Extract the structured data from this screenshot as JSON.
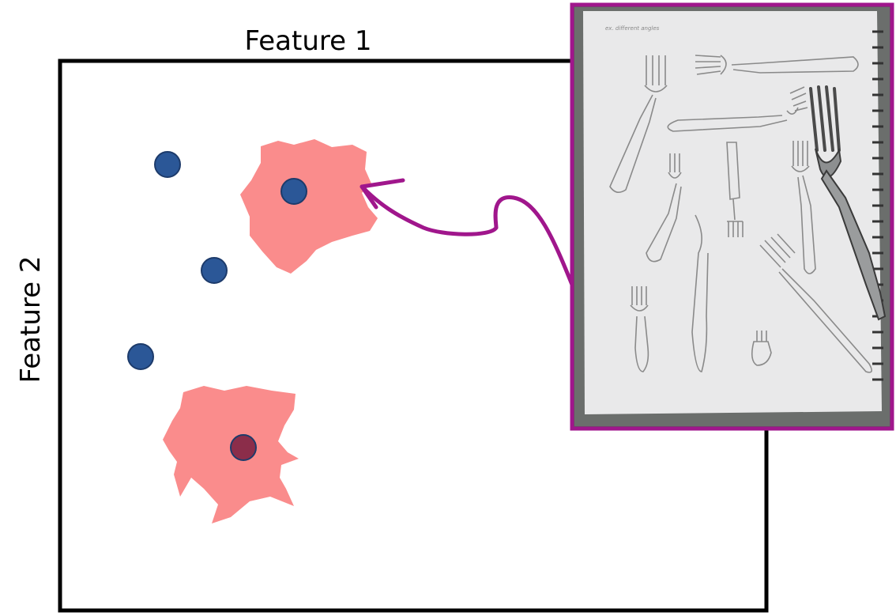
{
  "diagram": {
    "x_axis_label": "Feature 1",
    "y_axis_label": "Feature 2",
    "colors": {
      "frame": "#000000",
      "point": "#2b5797",
      "point_stroke": "#1d3b6b",
      "highlighted_point": "#8b2d4a",
      "region": "#fa8c8c",
      "arrow": "#a0168c",
      "inset_border": "#a0168c"
    },
    "points": [
      {
        "id": "p1",
        "highlighted": false
      },
      {
        "id": "p2",
        "highlighted": false
      },
      {
        "id": "p3",
        "highlighted": false
      },
      {
        "id": "p4",
        "highlighted": false
      },
      {
        "id": "p5",
        "highlighted": true
      }
    ],
    "regions": [
      {
        "id": "upper-region"
      },
      {
        "id": "lower-region"
      }
    ],
    "inset": {
      "sketch_note": "ex. different angles"
    }
  }
}
